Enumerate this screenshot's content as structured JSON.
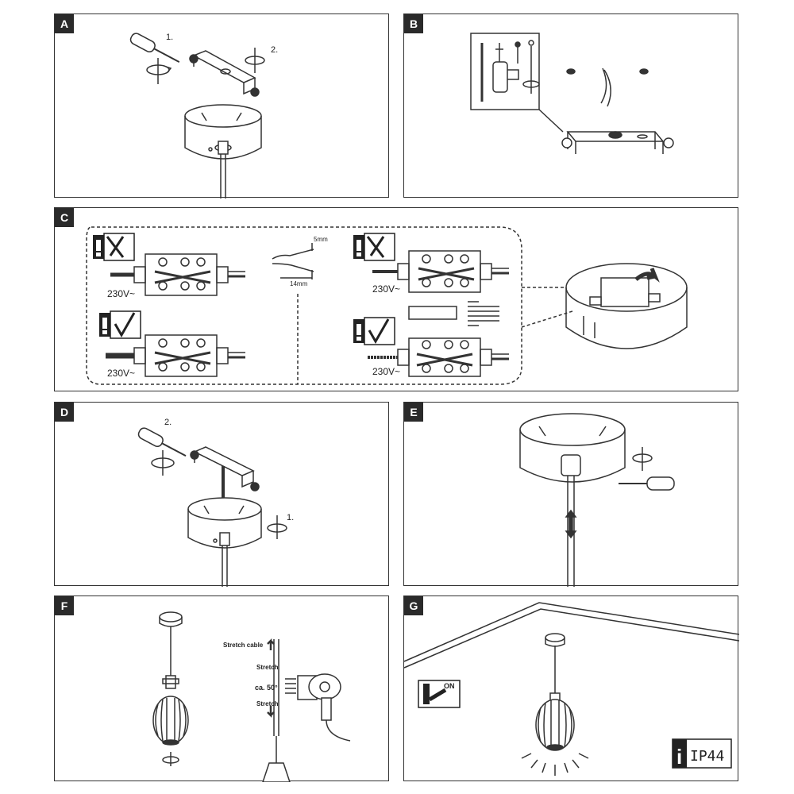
{
  "panels": {
    "a": {
      "tag": "A",
      "step1": "1.",
      "step2": "2."
    },
    "b": {
      "tag": "B"
    },
    "c": {
      "tag": "C",
      "voltage_1": "230V~",
      "voltage_2": "230V~",
      "voltage_3": "230V~",
      "voltage_4": "230V~",
      "strip_short": "5mm",
      "strip_long": "14mm"
    },
    "d": {
      "tag": "D",
      "step1": "1.",
      "step2": "2."
    },
    "e": {
      "tag": "E"
    },
    "f": {
      "tag": "F",
      "stretch_cable": "Stretch cable",
      "stretch_up": "Stretch",
      "angle": "ca. 50°",
      "stretch_down": "Stretch"
    },
    "g": {
      "tag": "G",
      "switch": "ON",
      "ip_rating": "IP44",
      "info_glyph": "i"
    }
  },
  "icons": [
    "screwdriver-icon",
    "rotate-icon",
    "drill-icon",
    "warning-icon",
    "cross-icon",
    "check-icon",
    "hair-dryer-icon",
    "switch-icon",
    "info-icon"
  ]
}
